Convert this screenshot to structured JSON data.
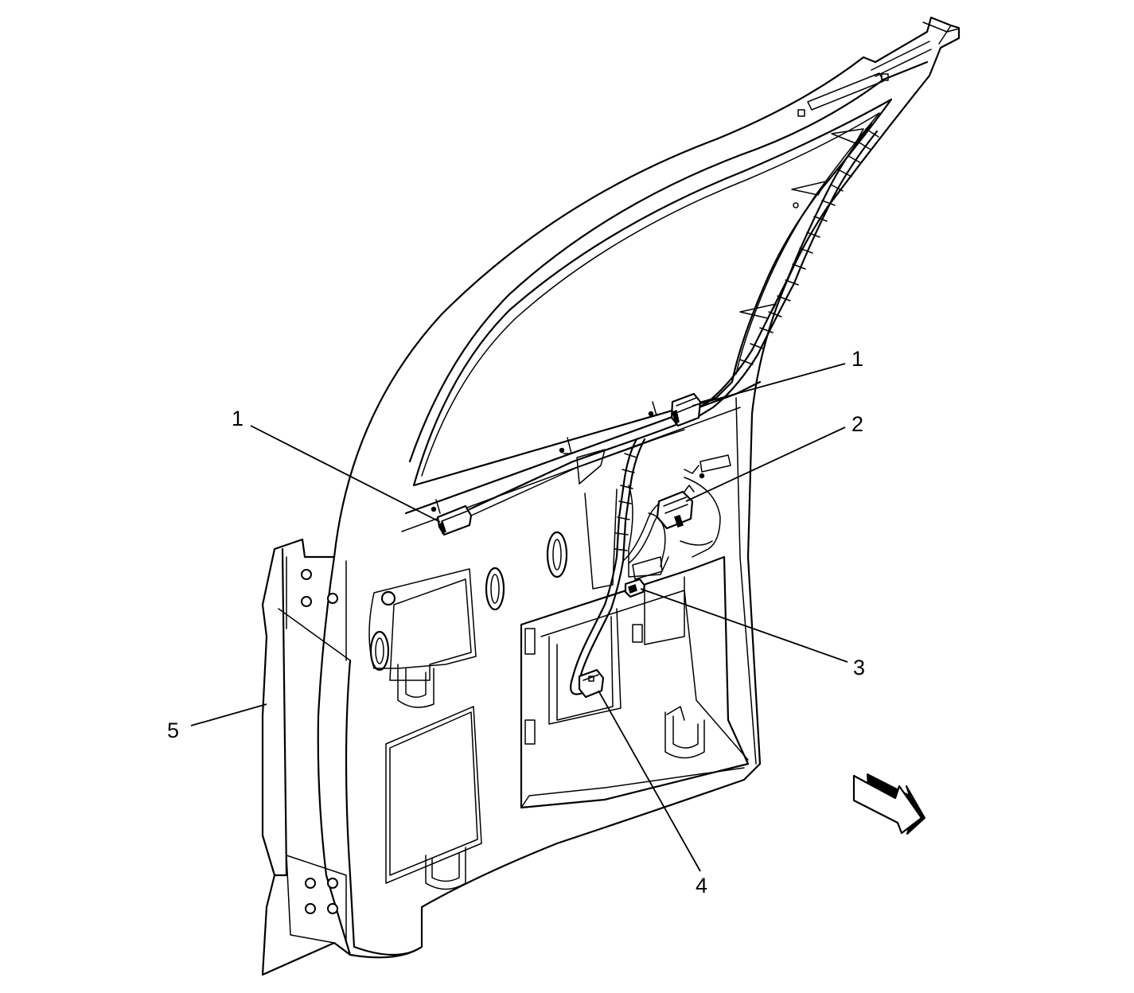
{
  "callouts": [
    {
      "id": "c1a",
      "label": "1"
    },
    {
      "id": "c1b",
      "label": "1"
    },
    {
      "id": "c2",
      "label": "2"
    },
    {
      "id": "c3",
      "label": "3"
    },
    {
      "id": "c4",
      "label": "4"
    },
    {
      "id": "c5",
      "label": "5"
    }
  ],
  "icons": {
    "arrow": "direction-arrow-icon"
  }
}
